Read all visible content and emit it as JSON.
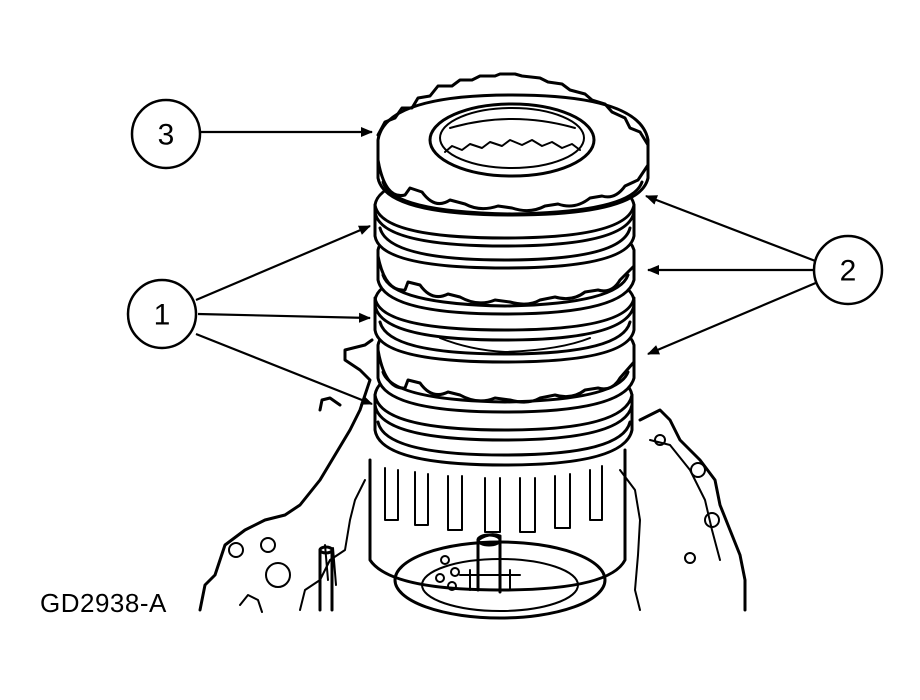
{
  "figure": {
    "code": "GD2938-A",
    "callouts": [
      {
        "id": "1",
        "label": "1"
      },
      {
        "id": "2",
        "label": "2"
      },
      {
        "id": "3",
        "label": "3"
      }
    ],
    "colors": {
      "ink": "#000000",
      "paper": "#ffffff"
    }
  }
}
